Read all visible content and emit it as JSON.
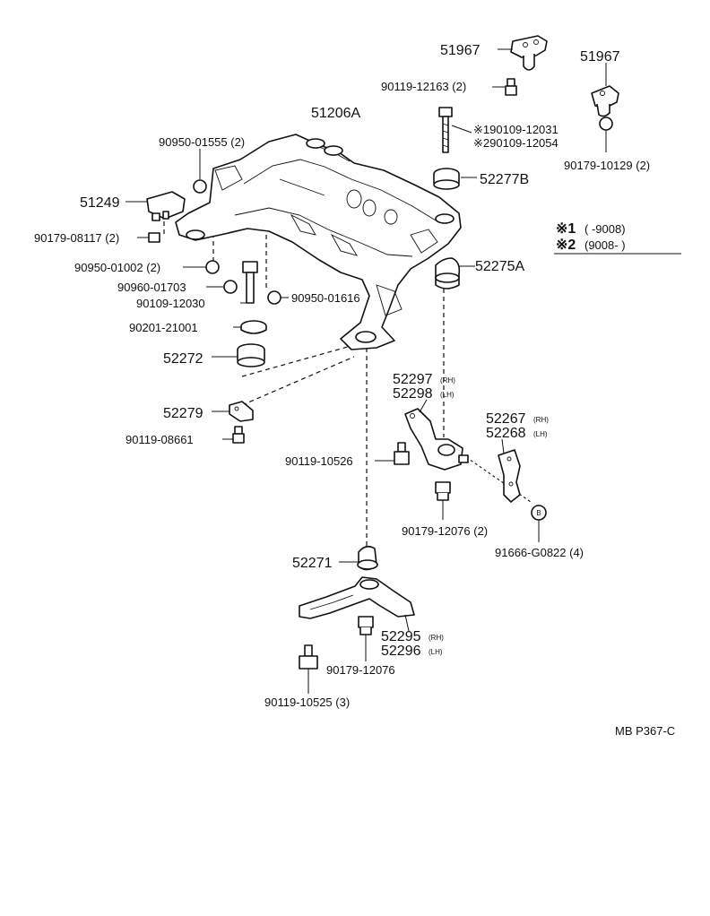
{
  "diagram_id": "MB P367-C",
  "labels": {
    "l_51967a": "51967",
    "l_90119_12163": "90119-12163 (2)",
    "l_51967b": "51967",
    "l_51206a": "51206A",
    "l_sn1_90109_12031": "※190109-12031",
    "l_sn2_90109_12054": "※290109-12054",
    "l_90950_01555": "90950-01555 (2)",
    "l_90179_10129": "90179-10129 (2)",
    "l_52277b": "52277B",
    "l_51249": "51249",
    "l_90179_08117": "90179-08117 (2)",
    "l_90950_01002": "90950-01002 (2)",
    "l_90960_01703": "90960-01703",
    "l_90109_12030": "90109-12030",
    "l_90950_01616": "90950-01616",
    "l_90201_21001": "90201-21001",
    "l_52272": "52272",
    "l_52279": "52279",
    "l_90119_08661": "90119-08661",
    "l_52275a": "52275A",
    "l_52297": "52297",
    "l_52297_side": "(RH)",
    "l_52298": "52298",
    "l_52298_side": "(LH)",
    "l_52267": "52267",
    "l_52267_side": "(RH)",
    "l_52268": "52268",
    "l_52268_side": "(LH)",
    "l_90119_10526": "90119-10526",
    "l_90179_12076_2": "90179-12076 (2)",
    "l_91666_g0822": "91666-G0822 (4)",
    "l_b_marker": "B",
    "l_52271": "52271",
    "l_52295": "52295",
    "l_52295_side": "(RH)",
    "l_52296": "52296",
    "l_52296_side": "(LH)",
    "l_90179_12076": "90179-12076",
    "l_90119_10525": "90119-10525 (3)"
  },
  "legend": {
    "row1_mark": "※1",
    "row1_range": "(        -9008)",
    "row2_mark": "※2",
    "row2_range": "(9008-          )"
  }
}
